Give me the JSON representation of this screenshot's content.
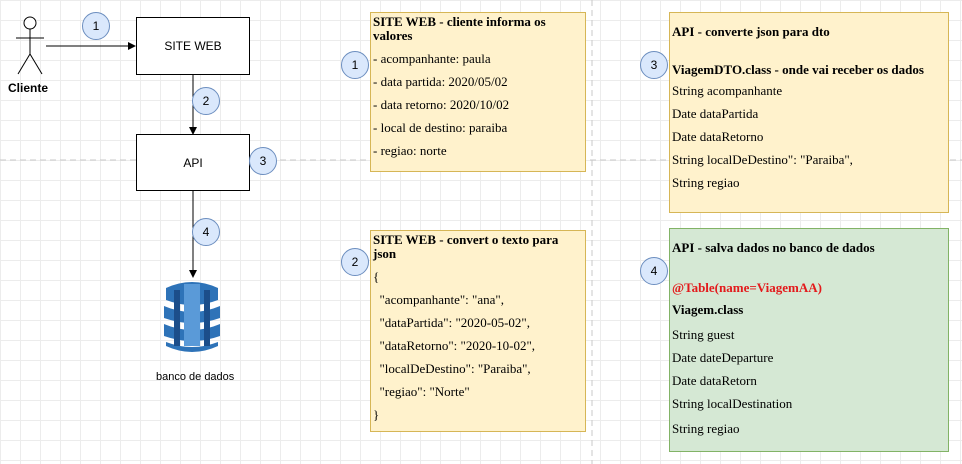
{
  "flow": {
    "actor_label": "Cliente",
    "site_label": "SITE WEB",
    "api_label": "API",
    "db_label": "banco de dados",
    "badges": [
      "1",
      "2",
      "3",
      "4"
    ]
  },
  "notes": {
    "n1": {
      "badge": "1",
      "title": "SITE WEB - cliente informa os valores",
      "lines": [
        "- acompanhante: paula",
        "- data partida: 2020/05/02",
        "- data retorno: 2020/10/02",
        "- local de destino: paraiba",
        "- regiao: norte"
      ]
    },
    "n2": {
      "badge": "2",
      "title": "SITE WEB - convert o texto para json",
      "lines": [
        "{",
        "  \"acompanhante\": \"ana\",",
        "  \"dataPartida\": \"2020-05-02\",",
        "  \"dataRetorno\": \"2020-10-02\",",
        "  \"localDeDestino\": \"Paraiba\",",
        "  \"regiao\": \"Norte\"",
        "}"
      ]
    },
    "n3": {
      "badge": "3",
      "title": "API - converte json para dto",
      "subtitle": "ViagemDTO.class - onde vai receber os dados",
      "lines": [
        "String acompanhante",
        "Date dataPartida",
        "Date dataRetorno",
        "String localDeDestino\": \"Paraiba\",",
        "String regiao"
      ]
    },
    "n4": {
      "badge": "4",
      "title": "API - salva dados no banco de dados",
      "annotation": "@Table(name=ViagemAA)",
      "class_name": "Viagem.class",
      "lines": [
        "String guest",
        "Date dateDeparture",
        "Date dataRetorn",
        "String localDestination",
        "String regiao"
      ]
    }
  },
  "colors": {
    "note_yellow": "#fff2cc",
    "note_green": "#d5e8d4",
    "badge_fill": "#dae8fc",
    "badge_stroke": "#6c8ebf",
    "db_blue": "#2e73b8",
    "annotation_red": "#e31a1c"
  },
  "icons": [
    "stick-figure-icon",
    "database-icon",
    "arrow-icon"
  ]
}
